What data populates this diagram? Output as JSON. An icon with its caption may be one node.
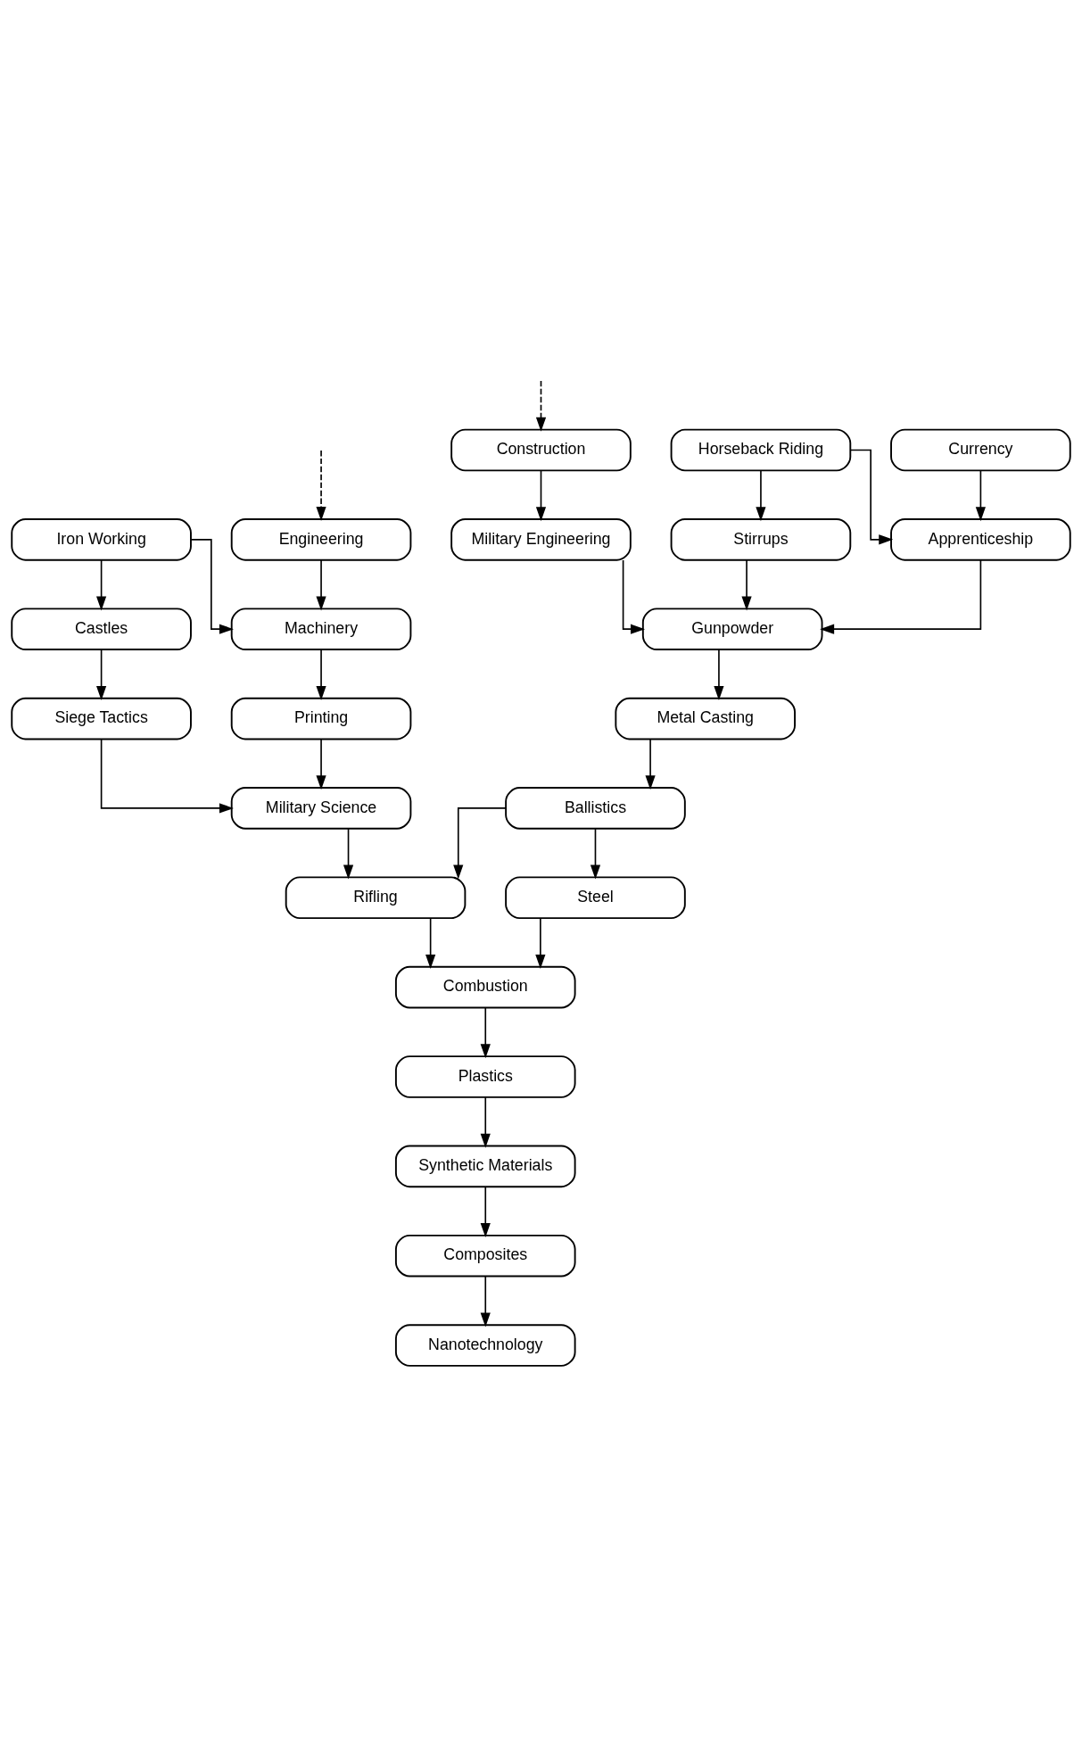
{
  "diagram": {
    "nodes": [
      {
        "text": [
          "Iron Working"
        ]
      },
      {
        "text": [
          "Horseback Riding"
        ]
      },
      {
        "text": [
          "Currency"
        ]
      },
      {
        "text": [
          "Engineering"
        ]
      },
      {
        "text": [
          "Construction"
        ]
      },
      {
        "text": [
          "Machinery"
        ]
      },
      {
        "text": [
          "Stirrups"
        ]
      },
      {
        "text": [
          "Apprenticeship"
        ]
      },
      {
        "text": [
          "Castles"
        ]
      },
      {
        "text": [
          "Military Engineering"
        ]
      },
      {
        "text": [
          "Printing"
        ]
      },
      {
        "text": [
          "Gunpowder"
        ]
      },
      {
        "text": [
          "Siege Tactics"
        ]
      },
      {
        "text": [
          "Metal Casting"
        ]
      },
      {
        "text": [
          "Military Science"
        ]
      },
      {
        "text": [
          "Ballistics"
        ]
      },
      {
        "text": [
          "Rifling"
        ]
      },
      {
        "text": [
          "Steel"
        ]
      },
      {
        "text": [
          "Combustion"
        ]
      },
      {
        "text": [
          "Plastics"
        ]
      },
      {
        "text": [
          "Synthetic Materials"
        ]
      },
      {
        "text": [
          "Composites"
        ]
      },
      {
        "text": [
          "Nanotechnology"
        ]
      }
    ],
    "edges": [
      {
        "from": null,
        "to": 3,
        "arrow": "to",
        "style": "dashed"
      },
      {
        "from": null,
        "to": 4,
        "arrow": "to",
        "style": "dashed"
      },
      {
        "from": 3,
        "to": 5,
        "arrow": "to"
      },
      {
        "from": 0,
        "to": 5,
        "arrow": "to"
      },
      {
        "from": 0,
        "to": 8,
        "arrow": "to"
      },
      {
        "from": 4,
        "to": 9,
        "arrow": "to"
      },
      {
        "from": 1,
        "to": 6,
        "arrow": "to"
      },
      {
        "from": 1,
        "to": 7,
        "arrow": "to"
      },
      {
        "from": 2,
        "to": 7,
        "arrow": "to"
      },
      {
        "from": 5,
        "to": 10,
        "arrow": "to"
      },
      {
        "from": 8,
        "to": 12,
        "arrow": "to"
      },
      {
        "from": 9,
        "to": 11,
        "arrow": "to"
      },
      {
        "from": 6,
        "to": 11,
        "arrow": "to"
      },
      {
        "from": 7,
        "to": 11,
        "arrow": "to"
      },
      {
        "from": 10,
        "to": 14,
        "arrow": "to"
      },
      {
        "from": 12,
        "to": 14,
        "arrow": "to"
      },
      {
        "from": 11,
        "to": 13,
        "arrow": "to"
      },
      {
        "from": 13,
        "to": 15,
        "arrow": "to"
      },
      {
        "from": 14,
        "to": 16,
        "arrow": "to"
      },
      {
        "from": 15,
        "to": 16,
        "arrow": "to"
      },
      {
        "from": 15,
        "to": 17,
        "arrow": "to"
      },
      {
        "from": 16,
        "to": 18,
        "arrow": "to"
      },
      {
        "from": 17,
        "to": 18,
        "arrow": "to"
      },
      {
        "from": 18,
        "to": 19,
        "arrow": "to"
      },
      {
        "from": 19,
        "to": 20,
        "arrow": "to"
      },
      {
        "from": 20,
        "to": 21,
        "arrow": "to"
      },
      {
        "from": 21,
        "to": 22,
        "arrow": "to"
      }
    ]
  }
}
